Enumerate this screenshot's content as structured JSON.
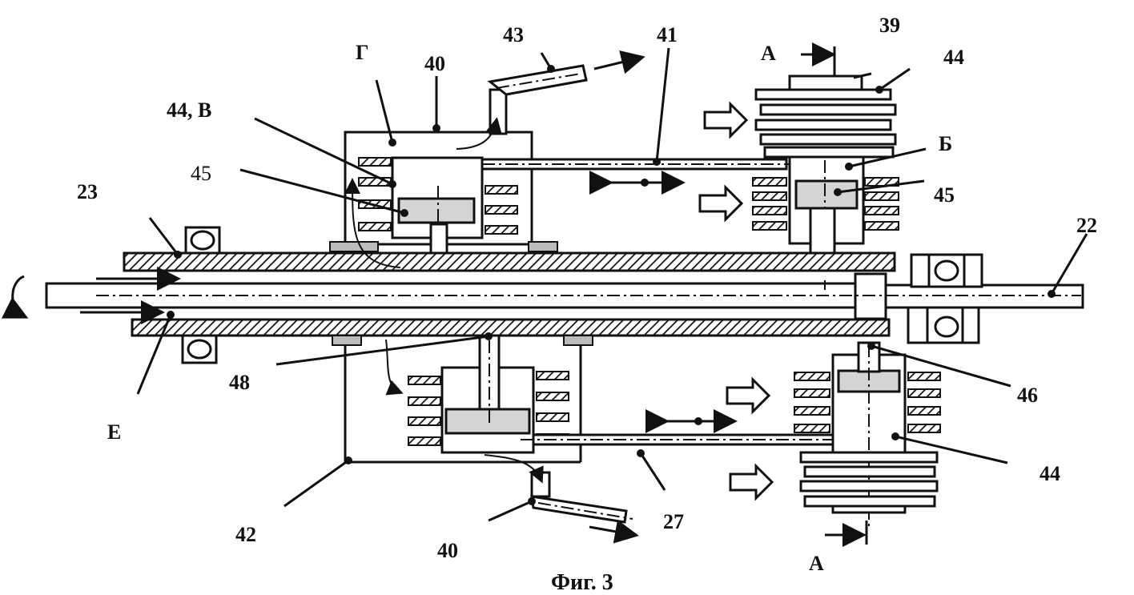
{
  "figure": {
    "caption": "Фиг. 3",
    "labels": {
      "l23": "23",
      "l22": "22",
      "l45a": "45",
      "l45b": "45",
      "l44b": "44, В",
      "lG": "Г",
      "l40a": "40",
      "l43": "43",
      "l41": "41",
      "lA1": "А",
      "l39": "39",
      "l44a": "44",
      "lB": "Б",
      "l48": "48",
      "lE": "Е",
      "l42": "42",
      "l40b": "40",
      "l27": "27",
      "lA2": "А",
      "l46": "46",
      "l44c": "44"
    }
  }
}
